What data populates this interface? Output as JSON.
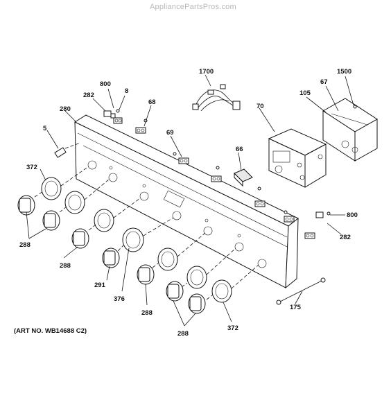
{
  "watermark": "AppliancePartsPros.com",
  "art_number": "(ART NO. WB14688 C2)",
  "callouts": {
    "c1700": "1700",
    "c1500": "1500",
    "c800a": "800",
    "c8": "8",
    "c282a": "282",
    "c68": "68",
    "c280": "280",
    "c5": "5",
    "c67": "67",
    "c105": "105",
    "c70": "70",
    "c69": "69",
    "c66": "66",
    "c372a": "372",
    "c288a": "288",
    "c800b": "800",
    "c282b": "282",
    "c288b": "288",
    "c291": "291",
    "c376": "376",
    "c288c": "288",
    "c175": "175",
    "c288d": "288",
    "c372b": "372"
  }
}
